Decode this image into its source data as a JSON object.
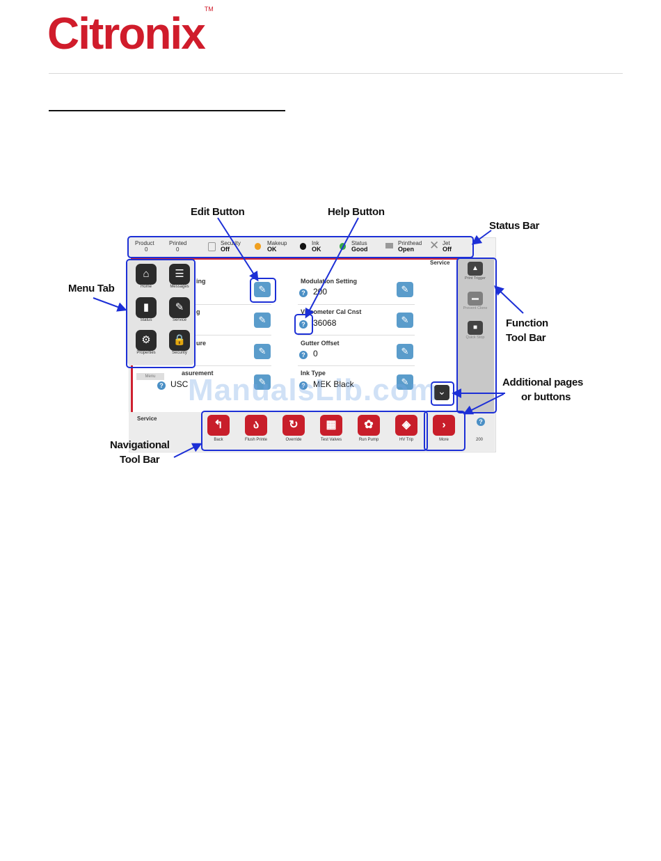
{
  "header": {
    "brand": "Citronix",
    "tm": "TM"
  },
  "callouts": {
    "edit": "Edit Button",
    "help": "Help Button",
    "status": "Status Bar",
    "menu": "Menu Tab",
    "function_l1": "Function",
    "function_l2": "Tool Bar",
    "additional_l1": "Additional pages",
    "additional_l2": "or buttons",
    "nav_l1": "Navigational",
    "nav_l2": "Tool Bar"
  },
  "status_bar": {
    "product_label": "Product",
    "product_value": "0",
    "printed_label": "Printed",
    "printed_value": "0",
    "security_label": "Security",
    "security_value": "Off",
    "makeup_label": "Makeup",
    "makeup_value": "OK",
    "ink_label": "Ink",
    "ink_value": "OK",
    "status_label": "Status",
    "status_value": "Good",
    "printhead_label": "Printhead",
    "printhead_value": "Open",
    "jet_label": "Jet",
    "jet_value": "Off",
    "colors": {
      "makeup": "#f0a020",
      "ink": "#111111",
      "status": "#38a848"
    }
  },
  "screen": {
    "service_top": "Service",
    "service_bottom": "Service",
    "left_settings": [
      {
        "label": "ing",
        "value": ""
      },
      {
        "label": "g",
        "value": ""
      },
      {
        "label": "ure",
        "value": ""
      },
      {
        "label": "asurement",
        "value": "USC"
      }
    ],
    "right_settings": [
      {
        "label": "Modulation Setting",
        "value": "200"
      },
      {
        "label": "Viscometer Cal Cnst",
        "value": "36068"
      },
      {
        "label": "Gutter Offset",
        "value": "0"
      },
      {
        "label": "Ink Type",
        "value": "MEK Black"
      }
    ],
    "edit_icon": "pencil-icon",
    "help_icon": "question-icon",
    "help_glyph": "?",
    "more_glyph": "⌄"
  },
  "menu_tab": {
    "items": [
      {
        "label": "Home",
        "glyph": "⌂"
      },
      {
        "label": "Messages",
        "glyph": "☰"
      },
      {
        "label": "Status",
        "glyph": "▮"
      },
      {
        "label": "Service",
        "glyph": "✎"
      },
      {
        "label": "Properties",
        "glyph": "⚙"
      },
      {
        "label": "Security",
        "glyph": "🔒"
      }
    ],
    "footer": "Menu"
  },
  "function_bar": {
    "items": [
      {
        "label": "Print Trigger",
        "glyph": "▲"
      },
      {
        "label": "Prevent Clone",
        "glyph": "▬"
      },
      {
        "label": "Quick Stop",
        "glyph": "■"
      }
    ]
  },
  "nav_bar": {
    "items": [
      {
        "label": "Back",
        "glyph": "↰"
      },
      {
        "label": "Flush Printe",
        "glyph": "ა"
      },
      {
        "label": "Override",
        "glyph": "↻"
      },
      {
        "label": "Test Valves",
        "glyph": "▦"
      },
      {
        "label": "Run Pump",
        "glyph": "✿"
      },
      {
        "label": "HV Trip",
        "glyph": "◈"
      },
      {
        "label": "More",
        "glyph": "›"
      }
    ],
    "help_value": "200"
  },
  "watermark": "ManualsLib.com"
}
